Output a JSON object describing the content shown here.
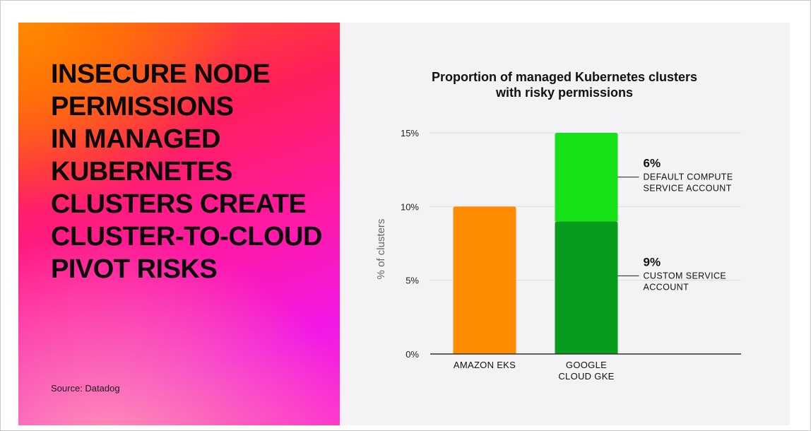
{
  "headline": {
    "lines": [
      "INSECURE NODE",
      "PERMISSIONS",
      "IN MANAGED",
      "KUBERNETES",
      "CLUSTERS CREATE",
      "CLUSTER-TO-CLOUD",
      "PIVOT RISKS"
    ]
  },
  "source": "Source: Datadog",
  "colors": {
    "eks": "#ff8c00",
    "gke_custom": "#079c1c",
    "gke_default": "#16e016",
    "axis": "#333333",
    "grid": "#dcdcdc"
  },
  "chart_data": {
    "type": "bar",
    "title_lines": [
      "Proportion of managed Kubernetes clusters",
      "with risky permissions"
    ],
    "ylabel": "% of clusters",
    "ylim": [
      0,
      15
    ],
    "yticks": [
      0,
      5,
      10,
      15
    ],
    "ytick_labels": [
      "0%",
      "5%",
      "10%",
      "15%"
    ],
    "grid": true,
    "categories": [
      {
        "label_lines": [
          "AMAZON EKS"
        ]
      },
      {
        "label_lines": [
          "GOOGLE",
          "CLOUD GKE"
        ]
      }
    ],
    "series": [
      {
        "key": "eks",
        "values": [
          10,
          0
        ]
      },
      {
        "key": "gke_custom",
        "values": [
          0,
          9
        ]
      },
      {
        "key": "gke_default",
        "values": [
          0,
          6
        ]
      }
    ],
    "annotations": [
      {
        "value": "6%",
        "text_lines": [
          "DEFAULT COMPUTE",
          "SERVICE ACCOUNT"
        ],
        "points_to": 12
      },
      {
        "value": "9%",
        "text_lines": [
          "CUSTOM SERVICE",
          "ACCOUNT"
        ],
        "points_to": 5.3
      }
    ]
  }
}
